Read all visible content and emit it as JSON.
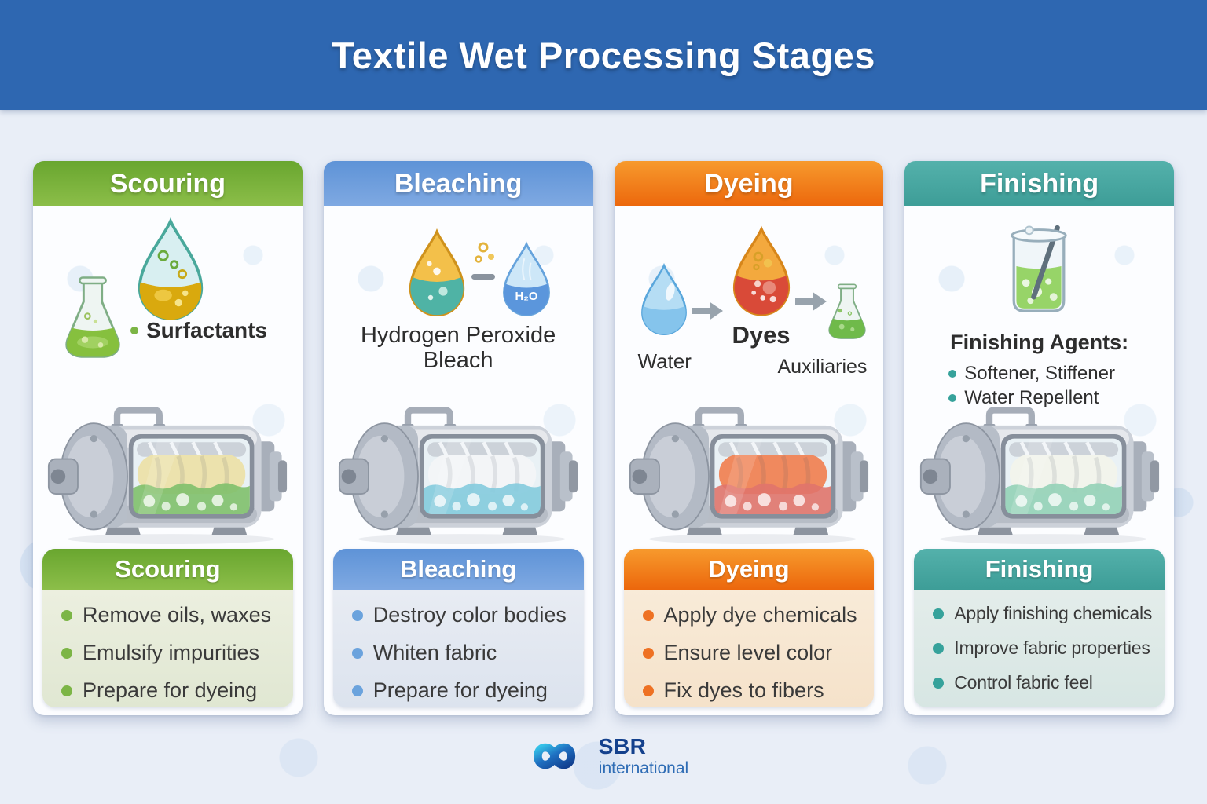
{
  "banner": {
    "title": "Textile Wet Processing Stages",
    "bg": "#2e67b1"
  },
  "columns": [
    {
      "id": "scouring",
      "header": "Scouring",
      "panel_header": "Scouring",
      "labels": {
        "main": "Surfactants"
      },
      "bullets": [
        "Remove oils, waxes",
        "Emulsify impurities",
        "Prepare for dyeing"
      ],
      "colors": {
        "header_top": "#69a62f",
        "header_bottom": "#8cbe49",
        "panel_top": "#f0f2e4",
        "panel_bottom": "#e0e7d2",
        "bullet_dot": "#7cb546",
        "machine_fabric": "#ece2ad",
        "machine_liquid": "#7fc06c"
      }
    },
    {
      "id": "bleaching",
      "header": "Bleaching",
      "panel_header": "Bleaching",
      "labels": {
        "main": "Hydrogen Peroxide Bleach",
        "drop_text": "H₂O"
      },
      "bullets": [
        "Destroy color bodies",
        "Whiten fabric",
        "Prepare for dyeing"
      ],
      "colors": {
        "header_top": "#5e93d7",
        "header_bottom": "#7fa9e2",
        "panel_top": "#eceff5",
        "panel_bottom": "#dce3ee",
        "bullet_dot": "#6ba3dd",
        "machine_fabric": "#f3f5f7",
        "machine_liquid": "#84cbdd"
      }
    },
    {
      "id": "dyeing",
      "header": "Dyeing",
      "panel_header": "Dyeing",
      "labels": {
        "water": "Water",
        "dyes": "Dyes",
        "auxiliaries": "Auxiliaries"
      },
      "bullets": [
        "Apply dye chemicals",
        "Ensure level color",
        "Fix dyes to fibers"
      ],
      "colors": {
        "header_top": "#f79a2d",
        "header_bottom": "#ec670c",
        "panel_top": "#faeedd",
        "panel_bottom": "#f5e2ca",
        "bullet_dot": "#ee7123",
        "machine_fabric": "#f0895e",
        "machine_liquid": "#e0746c"
      }
    },
    {
      "id": "finishing",
      "header": "Finishing",
      "panel_header": "Finishing",
      "labels": {
        "heading": "Finishing Agents:",
        "agents": [
          "Softener, Stiffener",
          "Water Repellent"
        ]
      },
      "bullets": [
        "Apply finishing chemicals",
        "Improve fabric properties",
        "Control fabric feel"
      ],
      "colors": {
        "header_top": "#54b1ab",
        "header_bottom": "#3d9d97",
        "panel_top": "#e8efed",
        "panel_bottom": "#d7e6e3",
        "bullet_dot": "#36a29b",
        "machine_fabric": "#f2f4ec",
        "machine_liquid": "#93d2b7"
      }
    }
  ],
  "footer": {
    "brand": "SBR",
    "subtitle": "international"
  },
  "icons": [
    "surfactant-droplet-icon",
    "flask-icon",
    "peroxide-droplet-icon",
    "h2o-droplet-icon",
    "water-droplet-icon",
    "dye-droplet-icon",
    "auxiliaries-flask-icon",
    "beaker-icon",
    "machine-icon",
    "arrow-right-icon",
    "bubbles-icon",
    "sbr-logo-icon"
  ]
}
